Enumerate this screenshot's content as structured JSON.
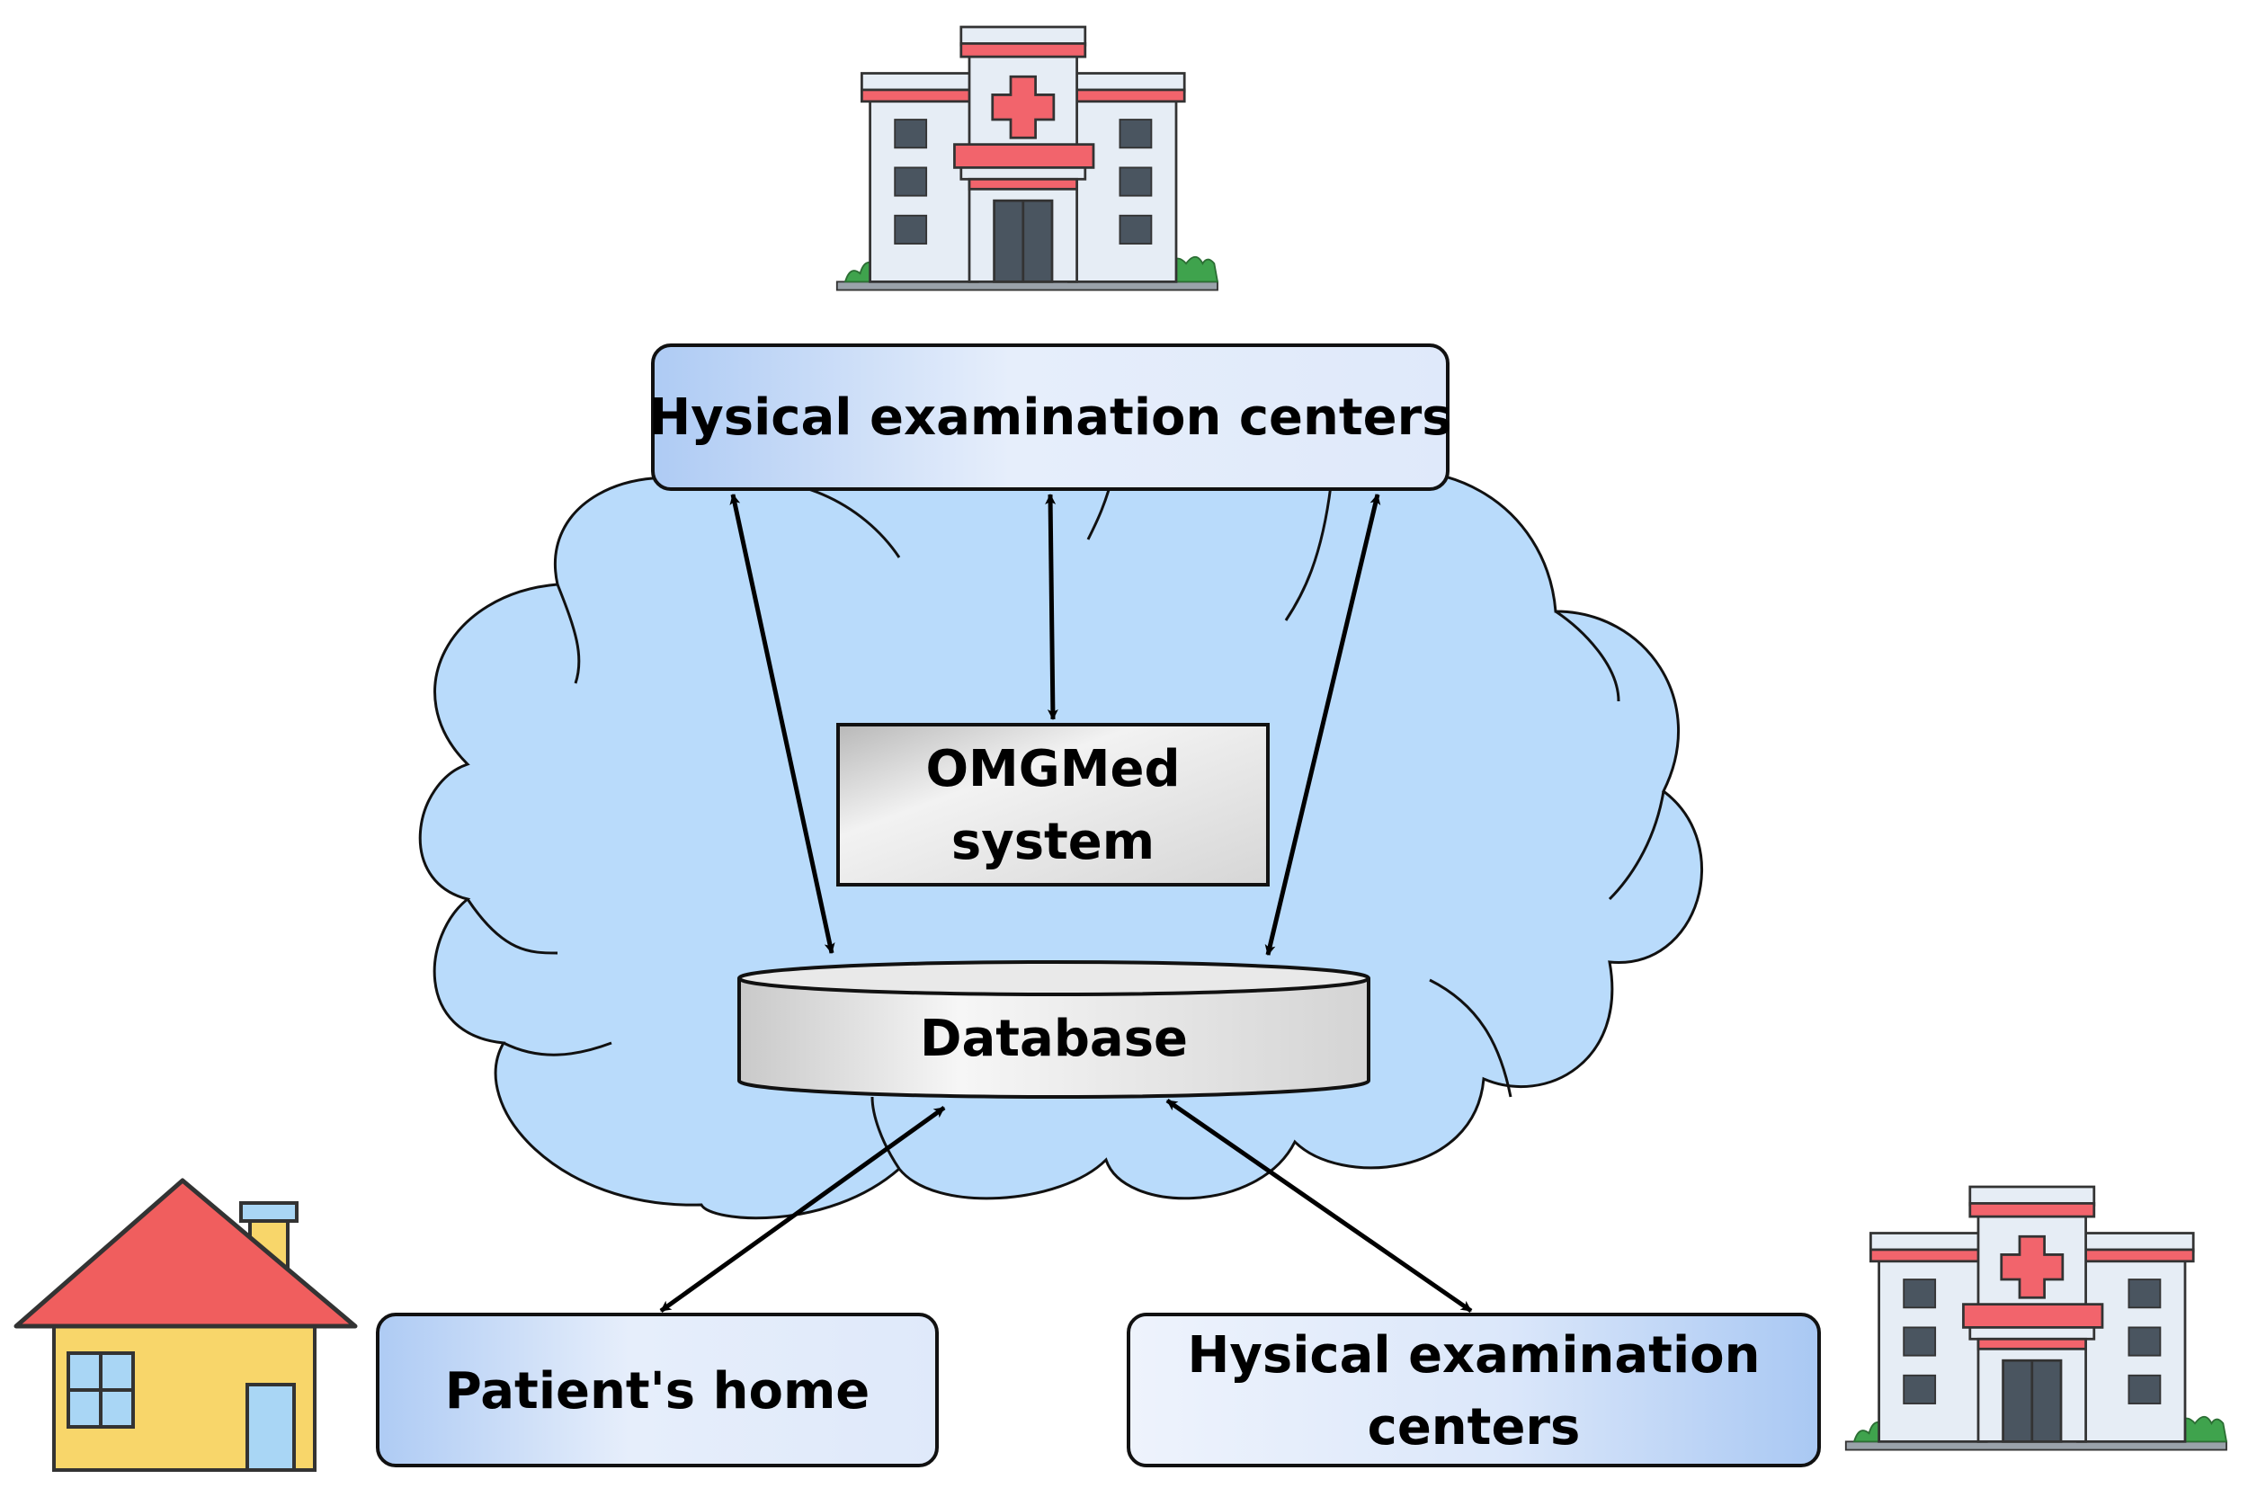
{
  "labels": {
    "top_centers": "Hysical examination centers",
    "omgmed_line1": "OMGMed",
    "omgmed_line2": "system",
    "database": "Database",
    "patient_home": "Patient's home",
    "bottom_centers_line1": "Hysical examination",
    "bottom_centers_line2": "centers"
  },
  "icons": {
    "top_hospital": "hospital-icon",
    "bottom_hospital": "hospital-icon",
    "house": "house-icon",
    "cloud": "cloud-shape",
    "database": "database-cylinder-icon"
  },
  "colors": {
    "cloud_fill": "#b9dbfb",
    "box_blue_light": "#e8f0fc",
    "box_blue_dark": "#aecbf4",
    "box_gray_light": "#f4f4f4",
    "box_gray_dark": "#c6c6c6",
    "hospital_red": "#f2646c",
    "hospital_wall": "#e6edf5",
    "hospital_window": "#4a5560",
    "grass": "#3fa34d",
    "house_wall": "#f8d66a",
    "house_roof": "#f05e5e",
    "house_window": "#a9d6f5"
  }
}
